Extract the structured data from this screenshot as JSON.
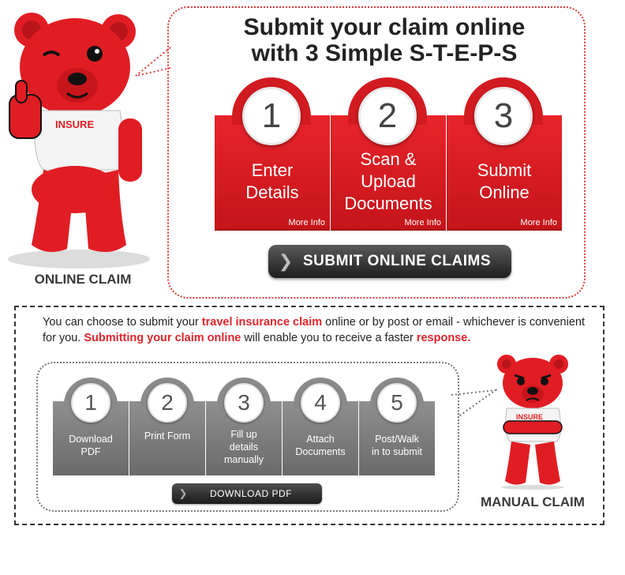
{
  "colors": {
    "accent_red": "#e0252b",
    "step_red": "#d21b21",
    "step_gray": "#808080",
    "button_dark": "#2a2a2a"
  },
  "online": {
    "label": "ONLINE CLAIM",
    "headline_line1": "Submit your claim online",
    "headline_line2": "with 3 Simple S-T-E-P-S",
    "steps": [
      {
        "number": "1",
        "line1": "Enter",
        "line2": "Details",
        "line3": "",
        "more": "More Info"
      },
      {
        "number": "2",
        "line1": "Scan &",
        "line2": "Upload",
        "line3": "Documents",
        "more": "More Info"
      },
      {
        "number": "3",
        "line1": "Submit",
        "line2": "Online",
        "line3": "",
        "more": "More Info"
      }
    ],
    "button_label": "SUBMIT ONLINE CLAIMS",
    "button_icon": "chevron-right-icon",
    "shirt_logo": "INSURE"
  },
  "manual": {
    "intro": {
      "part1": "You can choose to submit your ",
      "hl1": "travel insurance claim",
      "part2": " online or by post or email - whichever is convenient for you. ",
      "hl2": "Submitting your claim online",
      "part3": " will enable you to receive a faster ",
      "hl3": "response."
    },
    "steps": [
      {
        "number": "1",
        "line1": "Download",
        "line2": "PDF",
        "line3": ""
      },
      {
        "number": "2",
        "line1": "Print Form",
        "line2": "",
        "line3": ""
      },
      {
        "number": "3",
        "line1": "Fill up",
        "line2": "details",
        "line3": "manually"
      },
      {
        "number": "4",
        "line1": "Attach",
        "line2": "Documents",
        "line3": ""
      },
      {
        "number": "5",
        "line1": "Post/Walk",
        "line2": "in to submit",
        "line3": ""
      }
    ],
    "button_label": "DOWNLOAD PDF",
    "button_icon": "chevron-right-icon",
    "label": "MANUAL CLAIM",
    "shirt_logo": "INSURE"
  }
}
